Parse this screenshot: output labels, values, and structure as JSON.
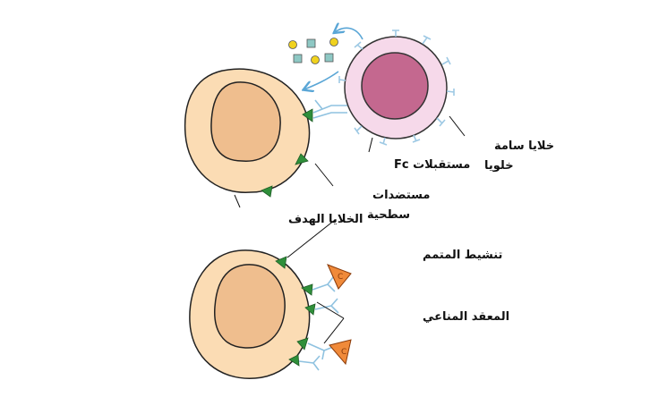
{
  "labels": {
    "cytotoxic_cell_line1": "خلايا سامة",
    "cytotoxic_cell_line2": "خلويا",
    "fc_receptors": "مستقبلات Fc",
    "surface_antigens_line1": "مستضدات",
    "surface_antigens_line2": "سطحية",
    "target_cells": "الخلايا الهدف",
    "complement_activation": "تنشيط المتمم",
    "immune_complex": "المعقد المناعي"
  },
  "colors": {
    "target_cytoplasm": "#fbdcb4",
    "target_nucleus": "#efbe8e",
    "cytotoxic_cytoplasm": "#f6d9ea",
    "cytotoxic_nucleus": "#c4688f",
    "antigen": "#2f8f3a",
    "antibody": "#8fc2e0",
    "receptor": "#9ec9e4",
    "arrow": "#5aa6d6",
    "granule_circle": "#f0d21e",
    "granule_square": "#8ec8c4",
    "complement": "#f08a3a",
    "complement_inner": "#c05a1a"
  }
}
